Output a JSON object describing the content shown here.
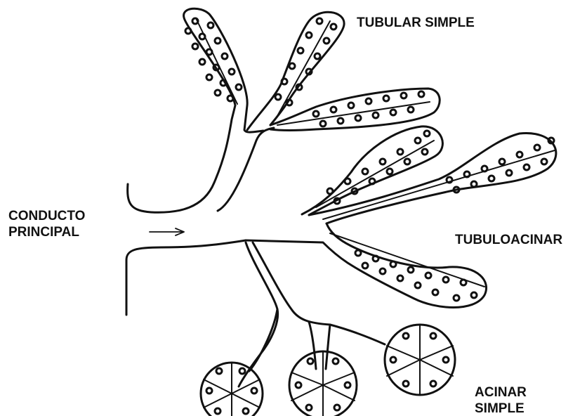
{
  "labels": {
    "tubular_simple": "TUBULAR SIMPLE",
    "conducto_principal_line1": "CONDUCTO",
    "conducto_principal_line2": "PRINCIPAL",
    "tubuloacinar": "TUBULOACINAR",
    "acinar_simple_line1": "ACINAR",
    "acinar_simple_line2": "SIMPLE"
  },
  "colors": {
    "ink": "#111111",
    "background": "#ffffff"
  }
}
